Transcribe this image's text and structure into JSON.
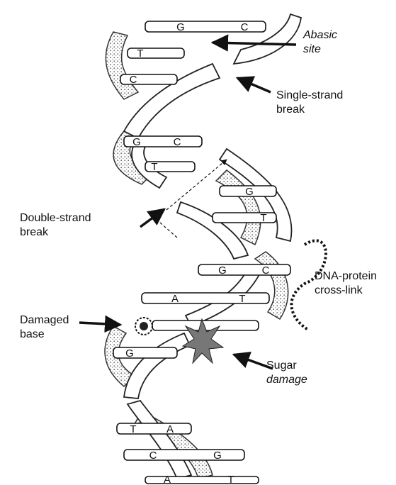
{
  "labels": {
    "abasic": [
      "Abasic",
      "site"
    ],
    "single_strand": [
      "Single-strand",
      "break"
    ],
    "double_strand": [
      "Double-strand",
      "break"
    ],
    "dna_protein": [
      "DNA-protein",
      "cross-link"
    ],
    "damaged_base": [
      "Damaged",
      "base"
    ],
    "sugar": [
      "Sugar",
      "damage"
    ]
  },
  "base_pairs": [
    {
      "left": "G",
      "right": "C"
    },
    {
      "left": "T",
      "right": ""
    },
    {
      "left": "C",
      "right": ""
    },
    {
      "left": "G",
      "right": "C"
    },
    {
      "left": "T",
      "right": ""
    },
    {
      "left": "",
      "right": "G"
    },
    {
      "left": "",
      "right": "T"
    },
    {
      "left": "G",
      "right": "C"
    },
    {
      "left": "A",
      "right": "T"
    },
    {
      "left": "G",
      "right": ""
    },
    {
      "left": "T",
      "right": "A"
    },
    {
      "left": "C",
      "right": "G"
    },
    {
      "left": "A",
      "right": "T"
    }
  ]
}
